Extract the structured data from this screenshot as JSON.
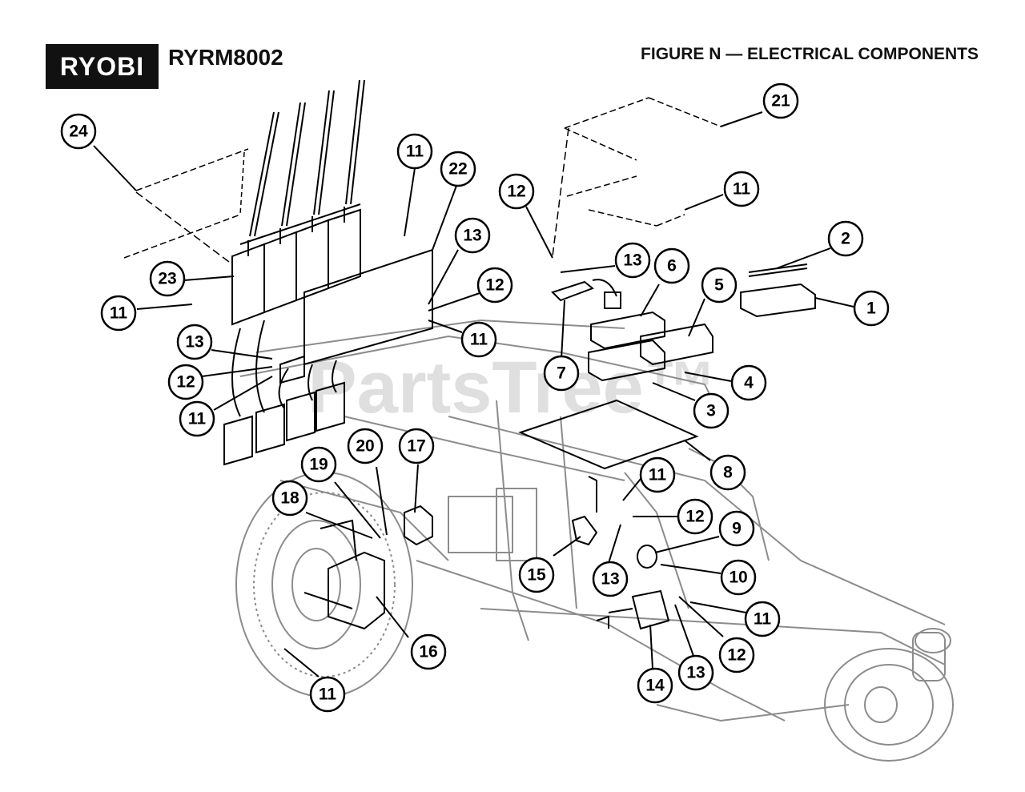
{
  "header": {
    "brand": "RYOBI",
    "model": "RYRM8002",
    "figure_title": "FIGURE N — ELECTRICAL COMPONENTS"
  },
  "watermark": "PartsTree™",
  "callouts": [
    "24",
    "11",
    "22",
    "13",
    "12",
    "11",
    "23",
    "11",
    "13",
    "12",
    "11",
    "12",
    "13",
    "6",
    "5",
    "2",
    "1",
    "21",
    "11",
    "7",
    "4",
    "3",
    "8",
    "11",
    "12",
    "9",
    "10",
    "20",
    "17",
    "19",
    "18",
    "15",
    "13",
    "16",
    "14",
    "13",
    "12",
    "11",
    "11"
  ]
}
